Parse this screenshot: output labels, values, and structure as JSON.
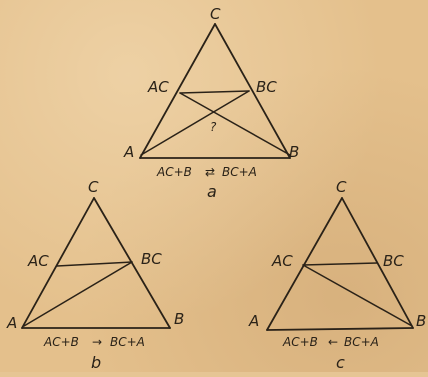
{
  "figures": [
    {
      "id": "a",
      "caption": "a",
      "vertex_top": "C",
      "vertex_left": "A",
      "vertex_right": "B",
      "mid_left": "AC",
      "mid_right": "BC",
      "center_label": "?",
      "equation_left": "AC+B",
      "equation_arrow": "⇄",
      "equation_right": "BC+A"
    },
    {
      "id": "b",
      "caption": "b",
      "vertex_top": "C",
      "vertex_left": "A",
      "vertex_right": "B",
      "mid_left": "AC",
      "mid_right": "BC",
      "equation_left": "AC+B",
      "equation_arrow": "→",
      "equation_right": "BC+A"
    },
    {
      "id": "c",
      "caption": "c",
      "vertex_top": "C",
      "vertex_left": "A",
      "vertex_right": "B",
      "mid_left": "AC",
      "mid_right": "BC",
      "equation_left": "AC+B",
      "equation_arrow": "←",
      "equation_right": "BC+A"
    }
  ]
}
